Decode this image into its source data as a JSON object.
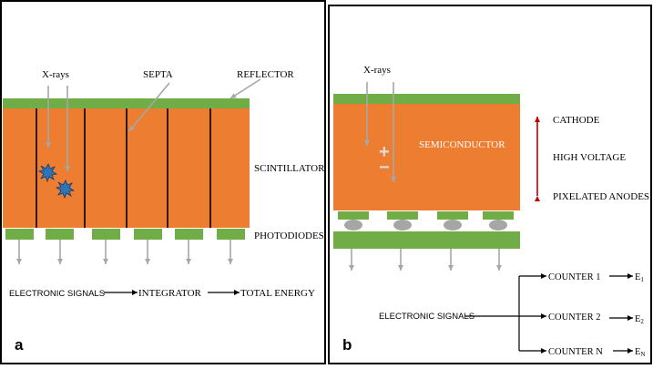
{
  "colors": {
    "scintillator": "#ED7D31",
    "semiconductor": "#ED7D31",
    "reflector": "#70AD47",
    "photodiode": "#70AD47",
    "arrow_gray": "#A6A6A6",
    "hv_arrow": "#C00000",
    "spark": "#2E75B6",
    "frame": "#000000"
  },
  "panel_a": {
    "label": "a",
    "xrays": "X-rays",
    "septa": "SEPTA",
    "reflector": "REFLECTOR",
    "scintillator": "SCINTILLATOR",
    "photodiodes": "PHOTODIODES",
    "electronic_signals": "ELECTRONIC SIGNALS",
    "integrator": "INTEGRATOR",
    "total_energy": "TOTAL ENERGY"
  },
  "panel_b": {
    "label": "b",
    "xrays": "X-rays",
    "semiconductor": "SEMICONDUCTOR",
    "plus": "+",
    "minus": "−",
    "cathode": "CATHODE",
    "high_voltage": "HIGH VOLTAGE",
    "pixelated_anodes": "PIXELATED ANODES",
    "electronic_signals": "ELECTRONIC SIGNALS",
    "counter_1": "COUNTER 1",
    "counter_2": "COUNTER 2",
    "counter_n": "COUNTER N",
    "e1": "E",
    "e1_sub": "1",
    "e2": "E",
    "e2_sub": "2",
    "en": "E",
    "en_sub": "N"
  }
}
